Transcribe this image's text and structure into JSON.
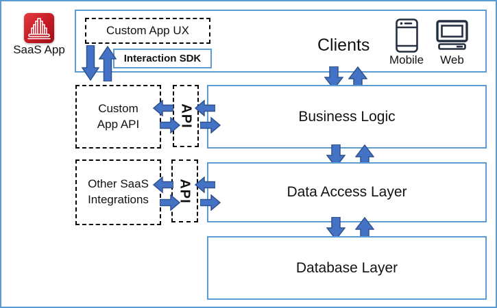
{
  "saas_app": {
    "label": "SaaS App"
  },
  "clients_section": {
    "custom_app_ux": "Custom App UX",
    "interaction_sdk": "Interaction SDK",
    "clients": "Clients",
    "mobile": "Mobile",
    "web": "Web"
  },
  "app_api_section": {
    "box_line1": "Custom",
    "box_line2": "App API",
    "api": "API"
  },
  "integrations_section": {
    "box_line1": "Other SaaS",
    "box_line2": "Integrations",
    "api": "API"
  },
  "layers": {
    "business_logic": "Business Logic",
    "data_access": "Data Access Layer",
    "database": "Database Layer"
  },
  "colors": {
    "arrow_fill": "#4472C4",
    "arrow_stroke": "#2F528F",
    "box_border_blue": "#5B9BD5",
    "saas_icon_red_top": "#E23B43",
    "saas_icon_red_bottom": "#9D0E16",
    "client_icon_color": "#232F3E"
  }
}
